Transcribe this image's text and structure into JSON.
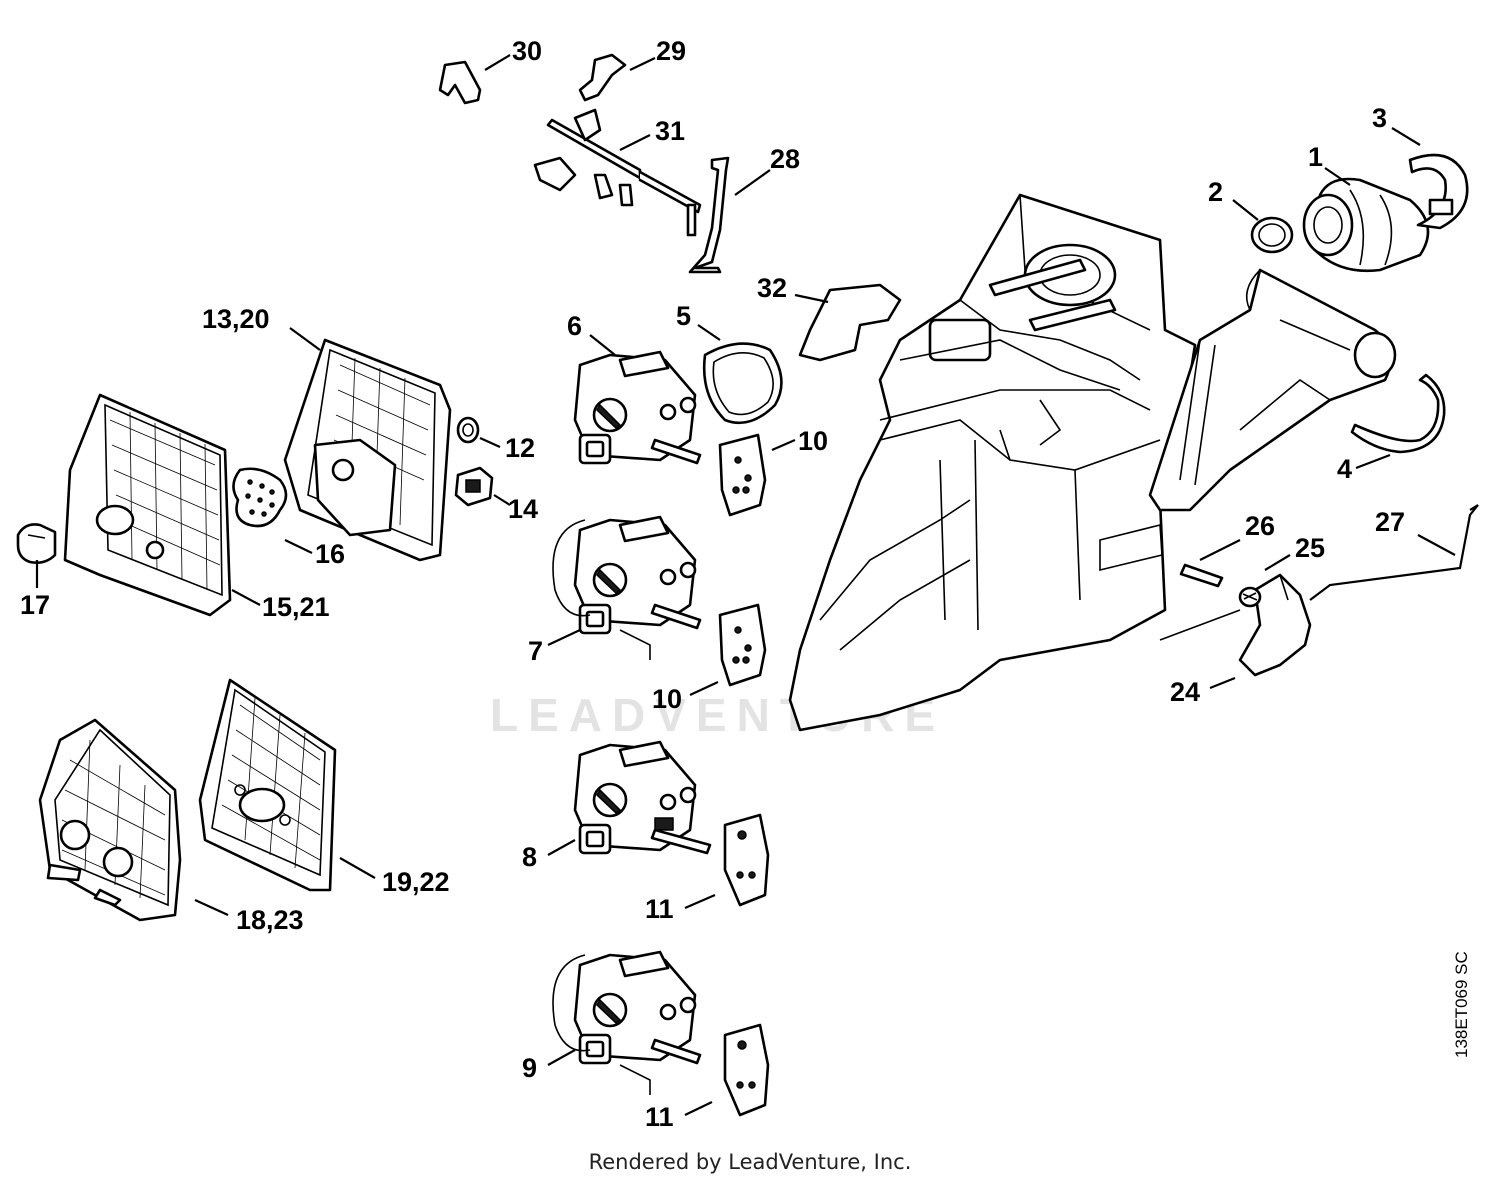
{
  "diagram": {
    "callouts": [
      {
        "id": "1",
        "text": "1"
      },
      {
        "id": "2",
        "text": "2"
      },
      {
        "id": "3",
        "text": "3"
      },
      {
        "id": "4",
        "text": "4"
      },
      {
        "id": "5",
        "text": "5"
      },
      {
        "id": "6",
        "text": "6"
      },
      {
        "id": "7",
        "text": "7"
      },
      {
        "id": "8",
        "text": "8"
      },
      {
        "id": "9",
        "text": "9"
      },
      {
        "id": "10a",
        "text": "10"
      },
      {
        "id": "10b",
        "text": "10"
      },
      {
        "id": "11a",
        "text": "11"
      },
      {
        "id": "11b",
        "text": "11"
      },
      {
        "id": "12",
        "text": "12"
      },
      {
        "id": "13-20",
        "text": "13,20"
      },
      {
        "id": "14",
        "text": "14"
      },
      {
        "id": "15-21",
        "text": "15,21"
      },
      {
        "id": "16",
        "text": "16"
      },
      {
        "id": "17",
        "text": "17"
      },
      {
        "id": "18-23",
        "text": "18,23"
      },
      {
        "id": "19-22",
        "text": "19,22"
      },
      {
        "id": "24",
        "text": "24"
      },
      {
        "id": "25",
        "text": "25"
      },
      {
        "id": "26",
        "text": "26"
      },
      {
        "id": "27",
        "text": "27"
      },
      {
        "id": "28",
        "text": "28"
      },
      {
        "id": "29",
        "text": "29"
      },
      {
        "id": "30",
        "text": "30"
      },
      {
        "id": "31",
        "text": "31"
      },
      {
        "id": "32",
        "text": "32"
      }
    ]
  },
  "watermark": "LEADVENTURE",
  "footer": {
    "credit": "Rendered by LeadVenture, Inc.",
    "drawing_code": "138ET069 SC"
  }
}
